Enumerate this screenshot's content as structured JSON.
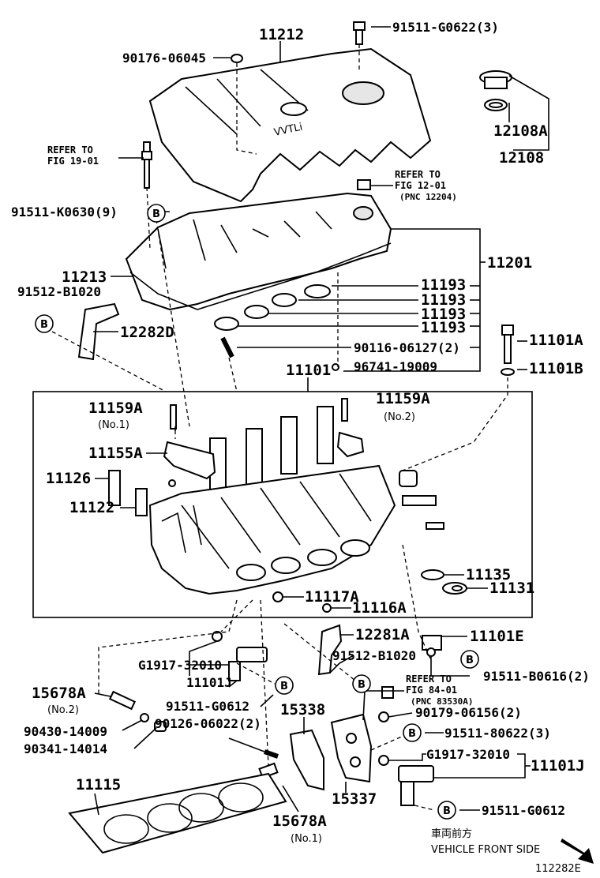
{
  "diagram": {
    "labels": {
      "p11212": "11212",
      "p91511_G0622_3": "91511-G0622(3)",
      "p90176_06045": "90176-06045",
      "p12108A": "12108A",
      "p12108": "12108",
      "refer_fig19_line1": "REFER TO",
      "refer_fig19_line2": "FIG 19-01",
      "refer_fig12_line1": "REFER TO",
      "refer_fig12_line2": "FIG 12-01",
      "refer_fig12_line3": "(PNC 12204)",
      "p91511_K0630_9": "91511-K0630(9)",
      "p11201": "11201",
      "p11213": "11213",
      "p91512_B1020_top": "91512-B1020",
      "p11193_a": "11193",
      "p11193_b": "11193",
      "p11193_c": "11193",
      "p11193_d": "11193",
      "p12282D": "12282D",
      "p90116_06127_2": "90116-06127(2)",
      "p11101A": "11101A",
      "p11101": "11101",
      "p96741_19009": "96741-19009",
      "p11101B": "11101B",
      "p11159A_no1": "11159A",
      "no1_a": "(No.1)",
      "p11159A_no2": "11159A",
      "no2_a": "(No.2)",
      "p11155A": "11155A",
      "p11126": "11126",
      "p11122": "11122",
      "p11135": "11135",
      "p11131": "11131",
      "p11117A": "11117A",
      "p11116A": "11116A",
      "p12281A": "12281A",
      "p11101E": "11101E",
      "p91512_B1020_bot": "91512-B1020",
      "p91511_B0616_2": "91511-B0616(2)",
      "pG1917_32010_a": "G1917-32010",
      "p11101J_a": "11101J",
      "p91511_G0612_a": "91511-G0612",
      "p15678A_no2": "15678A",
      "no2_b": "(No.2)",
      "p90126_06022_2": "90126-06022(2)",
      "p15338": "15338",
      "refer_fig84_line1": "REFER TO",
      "refer_fig84_line2": "FIG 84-01",
      "refer_fig84_line3": "(PNC 83530A)",
      "p90179_06156_2": "90179-06156(2)",
      "p90430_14009": "90430-14009",
      "p90341_14014": "90341-14014",
      "p91511_80622_3": "91511-80622(3)",
      "pG1917_32010_b": "G1917-32010",
      "p11101J_b": "11101J",
      "p11115": "11115",
      "p15337": "15337",
      "p91511_G0612_b": "91511-G0612",
      "p15678A_no1": "15678A",
      "no1_b": "(No.1)",
      "front_jp": "車両前方",
      "front_en": "VEHICLE FRONT SIDE",
      "fig_code": "112282E",
      "cover_brand": "VVTLi",
      "circle_b": "B"
    }
  }
}
